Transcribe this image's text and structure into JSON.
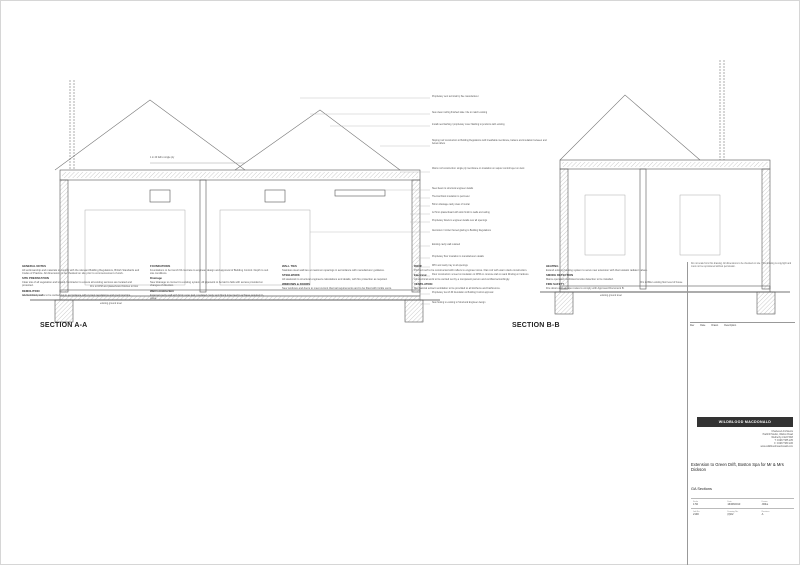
{
  "drawing": {
    "sections": [
      {
        "label": "SECTION A-A"
      },
      {
        "label": "SECTION B-B"
      }
    ],
    "dimension_labels": {
      "pitch_note": "1 in 40 fall to single ply",
      "existing_wall": "new built cavity wall",
      "ground_left": "existing ground level",
      "ground_right": "existing ground level",
      "ffl_left": "FFL to DPM and plasterboard finishes to floor",
      "ffl_right": "FFL to Biller existing floor level of house"
    }
  },
  "callouts": [
    "Proprietary vent terminal by flue manufacturer",
    "New clean roofing finished slate / tile to match existing",
    "Install new flashing / proprietary cover flashing to junctions with existing",
    "Sloping roof construction to Building Regulations with breathable membrane, battens and insulation between and below rafters",
    "Warm roof construction: single ply membrane on insulation on vapour control layer on deck",
    "Steel beam to structural engineer details",
    "Thermal block insulation to perimeter",
    "50mm drainage cavity clear of mortar",
    "12.5mm plasterboard with skim finish to walls and ceiling",
    "Proprietary lintels to engineer details over all openings",
    "Aluminium / timber framed glazing to Building Regulations",
    "Existing cavity wall retained",
    "Proprietary floor insulation to manufacturers details",
    "DPC and cavity tray to all openings",
    "Floor construction: screed on insulation on DPM on concrete slab on sand blinding on hardcore",
    "Proprietary trench fill foundation to Building Control approval",
    "New footing to existing to Structural Engineer design"
  ],
  "notes": {
    "col1": [
      {
        "heading": "GENERAL NOTES",
        "text": "All workmanship and materials to comply with the relevant Building Regulations, British Standards and Codes of Practice. All dimensions to be checked on site prior to commencement of work."
      },
      {
        "heading": "SITE PREPARATION",
        "text": "Clear site of all vegetation and topsoil. Contractor to ensure all existing services are located and protected."
      },
      {
        "heading": "DEMOLITION",
        "text": "All demolition works to be carried out in accordance with current regulations and good practice."
      }
    ],
    "col2": [
      {
        "heading": "FOUNDATIONS",
        "text": "Foundations to be trench fill concrete to engineer design and approval of Building Control. Depth to suit site conditions."
      },
      {
        "heading": "Drainage",
        "text": "New drainage to connect to existing system. All pipework to be laid to falls with access provided at changes of direction."
      },
      {
        "heading": "Wall Construction",
        "text": "External cavity wall with brick outer leaf, insulated cavity and block inner leaf to achieve required U-value."
      }
    ],
    "col3": [
      {
        "heading": "WALL TIES",
        "text": "Stainless steel wall ties at maximum spacings in accordance with manufacturer guidance."
      },
      {
        "heading": "STEELWORK",
        "text": "All steelwork to structural engineers calculations and details, with fire protection as required."
      },
      {
        "heading": "WINDOWS & DOORS",
        "text": "New windows and doors to meet current thermal requirements and to be fitted with trickle vents."
      }
    ],
    "col4": [
      {
        "heading": "ROOF",
        "text": "Pitched roof to be constructed with rafters to engineer sizes. Flat roof with warm deck construction."
      },
      {
        "heading": "Electrical",
        "text": "All electrical work to be carried out by a competent person and certified accordingly."
      },
      {
        "heading": "VENTILATION",
        "text": "Mechanical extract ventilation to be provided to all kitchens and bathrooms."
      }
    ],
    "col5": [
      {
        "heading": "HEATING",
        "text": "Extend existing heating system to serve new extension with thermostatic radiator valves."
      },
      {
        "heading": "SMOKE DETECTION",
        "text": "Mains operated interlinked smoke detection to be installed."
      },
      {
        "heading": "FIRE SAFETY",
        "text": "Fire doors and escape routes to comply with Approved Document B."
      }
    ]
  },
  "titleblock": {
    "notes": "Do not scale from this drawing. All dimensions to be checked on site. This drawing is copyright and must not be reproduced without permission.",
    "revision_headers": [
      "Rev",
      "Date",
      "Drawn",
      "Description"
    ],
    "company": "WILDBLOOD MACDONALD",
    "address": "Chartered Architects\nParkhill Studio, Walton Road\nWetherby LS22 5DZ\nT: 01937 585 225\nF: 01937 580 226\nwww.wildbloodmacdonald.com",
    "project": "Extension to Green Drift, Boston Spa for Mr & Mrs Dickson",
    "drawing_title": "GA Sections",
    "fields": [
      {
        "label": "Scale",
        "value": "1:50"
      },
      {
        "label": "Date",
        "value": "16/08/2013"
      },
      {
        "label": "Drawn",
        "value": "JR/ks"
      },
      {
        "label": "Job No.",
        "value": "2190"
      },
      {
        "label": "Drawing No.",
        "value": "(0)02"
      },
      {
        "label": "Revision",
        "value": "A"
      }
    ]
  }
}
